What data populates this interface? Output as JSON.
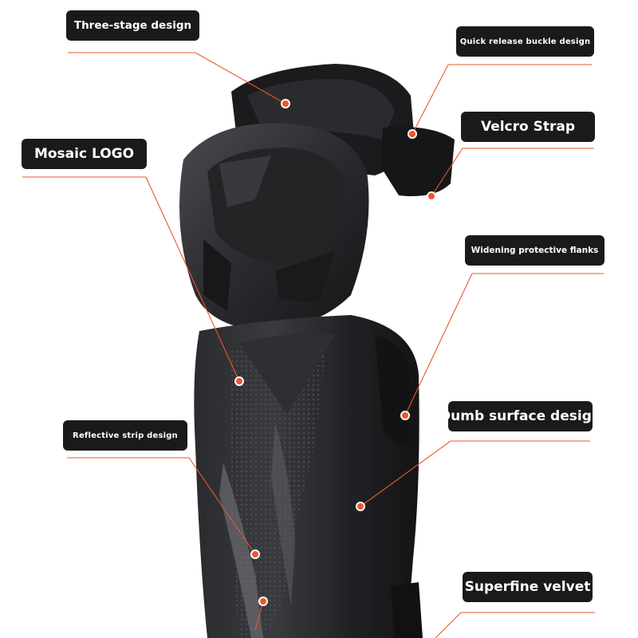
{
  "labels": {
    "three_stage": "Three-stage design",
    "quick_release": "Quick release buckle design",
    "velcro": "Velcro Strap",
    "mosaic_logo": "Mosaic LOGO",
    "widening_flanks": "Widening protective flanks",
    "dumb_surface": "Dumb surface design",
    "reflective_strip": "Reflective strip design",
    "superfine_velvet": "Superfine velvet"
  },
  "colors": {
    "accent": "#e8582a",
    "label_bg": "#1a1a1a",
    "label_text": "#ffffff",
    "product": "#1c1c1e"
  }
}
